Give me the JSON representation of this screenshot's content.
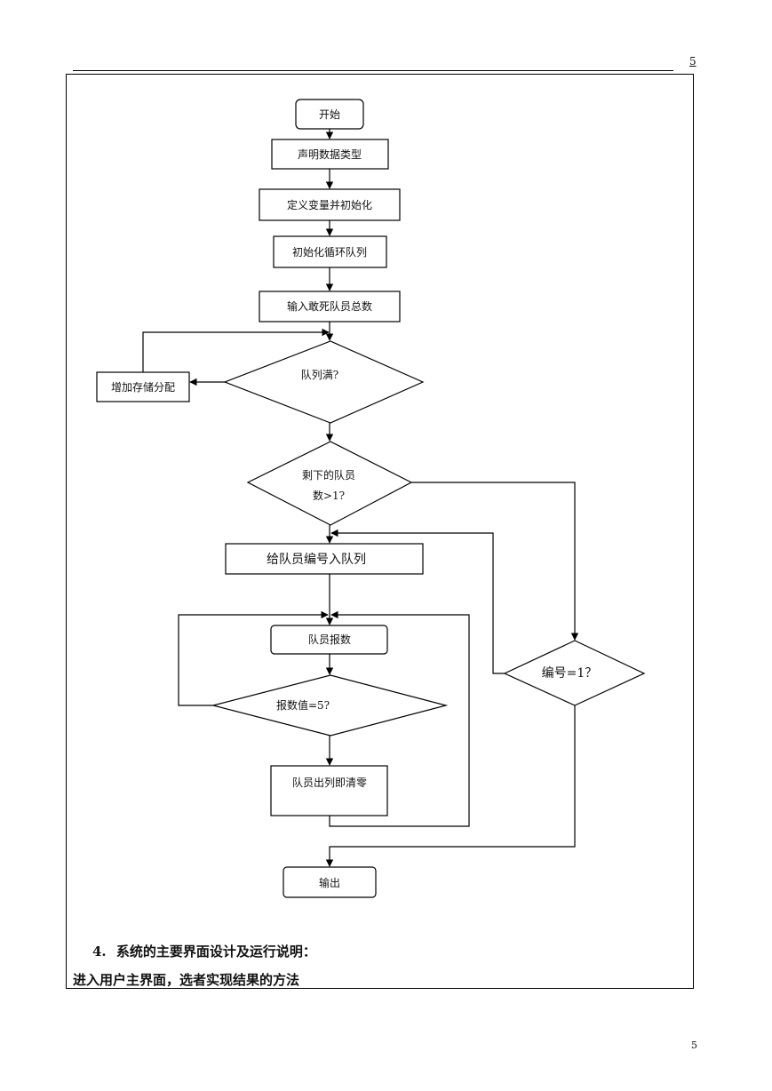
{
  "header": {
    "page_number": "5"
  },
  "flowchart": {
    "nodes": {
      "start": "开始",
      "declare": "声明数据类型",
      "define": "定义变量并初始化",
      "init_queue": "初始化循环队列",
      "input_total": "输入敢死队员总数",
      "queue_full": "队列满?",
      "add_storage": "增加存储分配",
      "remaining": [
        "剩下的队员",
        "数>1?"
      ],
      "enqueue": "给队员编号入队列",
      "count_off": "队员报数",
      "is_five": "报数值=5?",
      "dequeue": "队员出列即清零",
      "is_one": "编号=1？",
      "output": "输出"
    }
  },
  "section": {
    "heading_num": "4.",
    "heading_text": "系统的主要界面设计及运行说明：",
    "body": "进入用户主界面，选者实现结果的方法"
  },
  "footer": {
    "page_number": "5"
  }
}
